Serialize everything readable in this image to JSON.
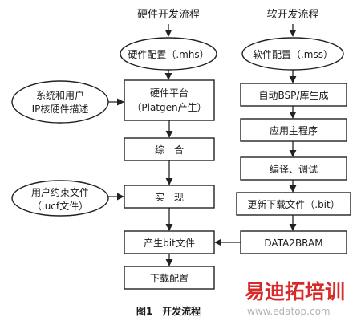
{
  "headers": {
    "hardware_flow": "硬件开发流程",
    "software_flow": "软开发流程"
  },
  "nodes": {
    "hw_config": "硬件配置（.mhs）",
    "sw_config": "软件配置（.mss）",
    "sys_ip_desc_line1": "系统和用户",
    "sys_ip_desc_line2": "IP核硬件描述",
    "hw_platform_line1": "硬件平台",
    "hw_platform_line2": "（Platgen产生）",
    "auto_bsp": "自动BSP/库生成",
    "app_main": "应用主程序",
    "synthesis": "综　合",
    "compile_debug": "编译、调试",
    "user_constraints_line1": "用户约束文件",
    "user_constraints_line2": "（.ucf文件）",
    "implement": "实　现",
    "update_download": "更新下载文件（.bit）",
    "gen_bit": "产生bit文件",
    "data2bram": "DATA2BRAM",
    "download_config": "下载配置"
  },
  "caption": "图1　开发流程",
  "watermark": {
    "brand": "易迪拓培训",
    "url": "www.edatop.com",
    "brand_color": "#d92a2a"
  }
}
